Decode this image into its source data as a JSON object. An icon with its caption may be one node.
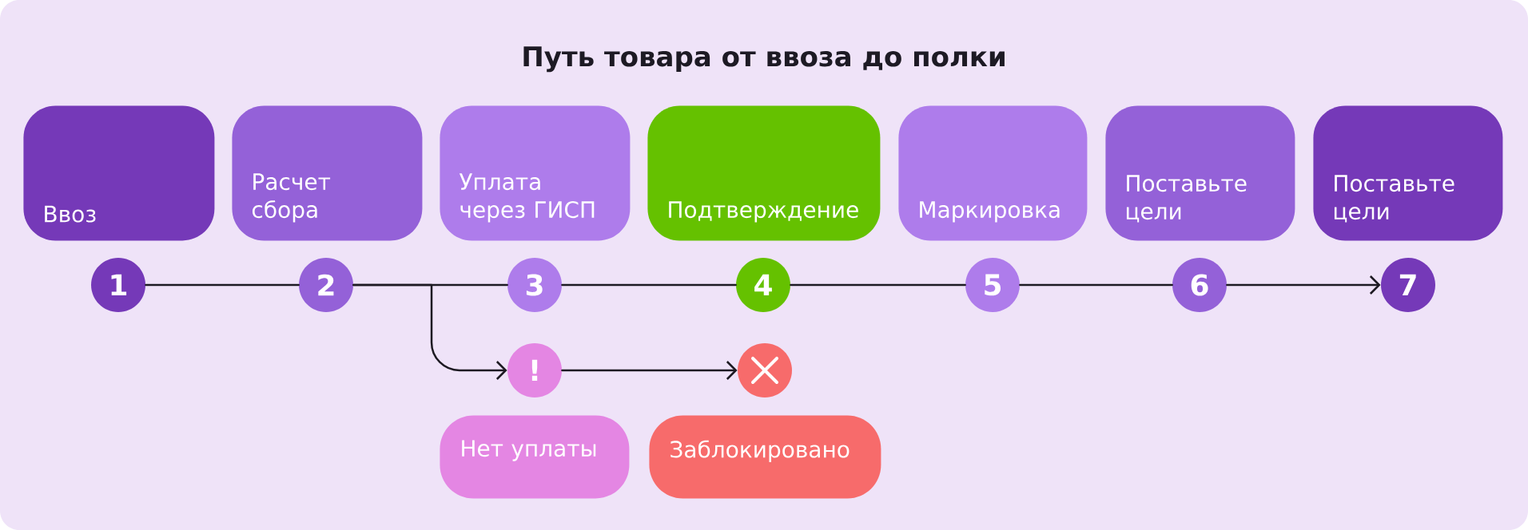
{
  "diagram": {
    "title": "Путь товара от ввоза до полки",
    "nodes": [
      {
        "text": [
          "Ввоз"
        ]
      },
      {
        "text": [
          "Расчет сбора"
        ]
      },
      {
        "text": [
          "Уплата через ГИСП"
        ]
      },
      {
        "text": [
          "Подтверждение"
        ]
      },
      {
        "text": [
          "Маркировка"
        ]
      },
      {
        "text": [
          "Поставьте цели"
        ]
      },
      {
        "text": [
          "Поставьте цели"
        ]
      },
      {
        "text": [
          "1"
        ]
      },
      {
        "text": [
          "2"
        ]
      },
      {
        "text": [
          "3"
        ]
      },
      {
        "text": [
          "4"
        ]
      },
      {
        "text": [
          "5"
        ]
      },
      {
        "text": [
          "6"
        ]
      },
      {
        "text": [
          "7"
        ]
      },
      {
        "text": [
          "!"
        ]
      },
      {
        "text": [],
        "shape": "circle"
      },
      {
        "text": [
          "Нет уплаты"
        ]
      },
      {
        "text": [
          "Заблокировано"
        ]
      }
    ],
    "edges": [
      {
        "from": 7,
        "to": 8,
        "arrow": "none"
      },
      {
        "from": 8,
        "to": 9,
        "arrow": "none"
      },
      {
        "from": 9,
        "to": 10,
        "arrow": "none"
      },
      {
        "from": 10,
        "to": 11,
        "arrow": "none"
      },
      {
        "from": 11,
        "to": 12,
        "arrow": "none"
      },
      {
        "from": 12,
        "to": 13,
        "arrow": "to"
      },
      {
        "from": 8,
        "to": 14,
        "arrow": "to"
      },
      {
        "from": 14,
        "to": 15,
        "arrow": "to"
      }
    ]
  }
}
